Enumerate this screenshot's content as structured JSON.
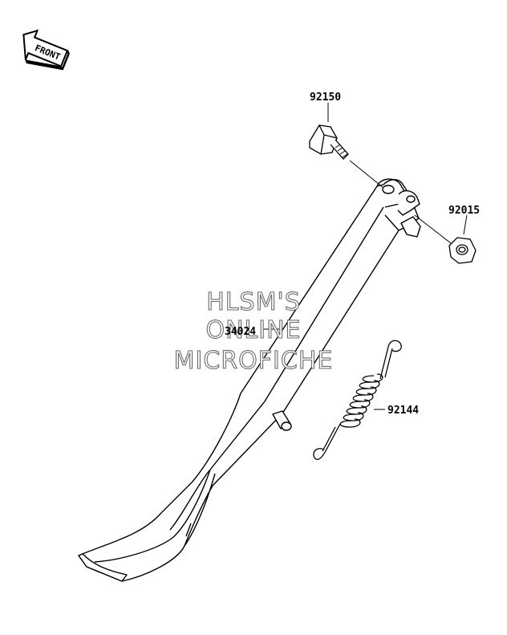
{
  "front_arrow": {
    "label": "FRONT",
    "icon": "front-arrow-icon"
  },
  "parts": [
    {
      "number": "92150",
      "name": "bolt"
    },
    {
      "number": "92015",
      "name": "nut"
    },
    {
      "number": "34024",
      "name": "side-stand"
    },
    {
      "number": "92144",
      "name": "spring"
    }
  ],
  "watermark": {
    "line1": "HLSM'S",
    "line2": "ONLINE",
    "line3": "MICROFICHE"
  }
}
